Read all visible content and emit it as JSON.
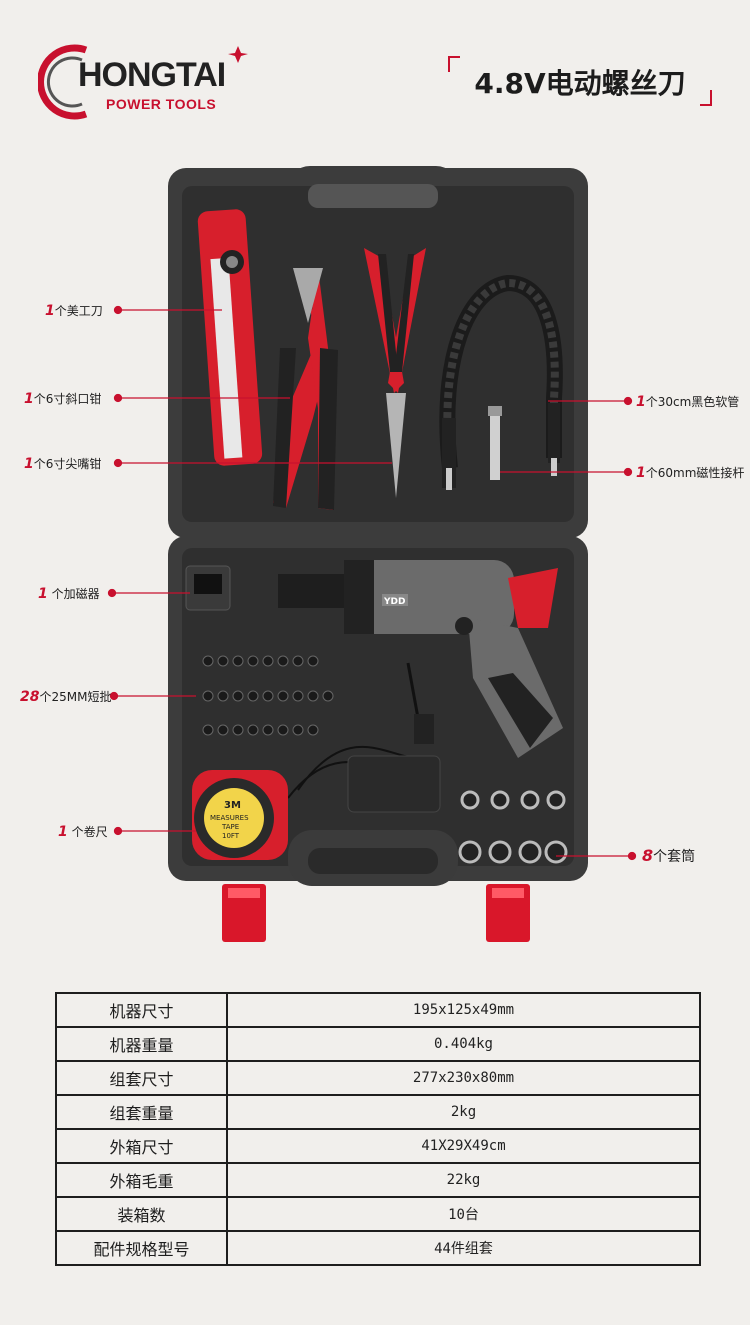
{
  "brand": {
    "name": "HONGTAI",
    "tagline": "POWER TOOLS",
    "accent_color": "#c8102e"
  },
  "product_title": "4.8V电动螺丝刀",
  "case": {
    "screwdriver_logo_text": "YDD",
    "tape_measure_text": [
      "3M",
      "MEASURES",
      "TAPE",
      "10FT"
    ],
    "icons": [
      "utility-knife-icon",
      "diagonal-pliers-icon",
      "needle-nose-pliers-icon",
      "flexible-shaft-icon",
      "extension-rod-icon",
      "magnetizer-icon",
      "screwdriver-bits-icon",
      "cordless-screwdriver-icon",
      "charger-icon",
      "tape-measure-icon",
      "socket-icon"
    ]
  },
  "callouts": [
    {
      "num": "1",
      "text": "个美工刀"
    },
    {
      "num": "1",
      "text": "个6寸斜口钳"
    },
    {
      "num": "1",
      "text": "个6寸尖嘴钳"
    },
    {
      "num": "1",
      "text": "个30cm黑色软管"
    },
    {
      "num": "1",
      "text": "个60mm磁性接杆"
    },
    {
      "num": "1",
      "text": " 个加磁器"
    },
    {
      "num": "28",
      "text": "个25MM短批"
    },
    {
      "num": "1",
      "text": " 个卷尺"
    },
    {
      "num": "8",
      "text": "个套筒"
    }
  ],
  "specs": [
    {
      "label": "机器尺寸",
      "value": "195x125x49mm"
    },
    {
      "label": "机器重量",
      "value": "0.404kg"
    },
    {
      "label": "组套尺寸",
      "value": "277x230x80mm"
    },
    {
      "label": "组套重量",
      "value": "2kg"
    },
    {
      "label": "外箱尺寸",
      "value": "41X29X49cm"
    },
    {
      "label": "外箱毛重",
      "value": "22kg"
    },
    {
      "label": "装箱数",
      "value": "10台"
    },
    {
      "label": "配件规格型号",
      "value": "44件组套"
    }
  ]
}
